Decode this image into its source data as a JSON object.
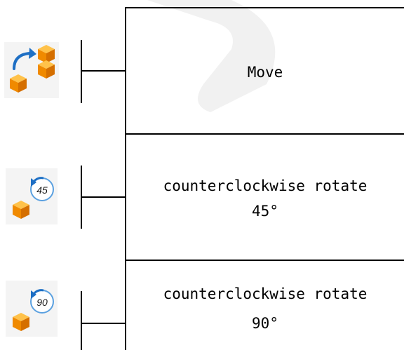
{
  "rows": [
    {
      "icon": "move-cubes-icon",
      "label": "Move"
    },
    {
      "icon": "rotate-ccw-45-icon",
      "icon_text": "45",
      "label_line1": "counterclockwise rotate",
      "label_line2": "45°"
    },
    {
      "icon": "rotate-ccw-90-icon",
      "icon_text": "90",
      "label_line1": "counterclockwise rotate",
      "label_line2": "90°"
    }
  ],
  "colors": {
    "cube_orange": "#f08a00",
    "cube_light": "#ffc24a",
    "arrow_blue": "#1e6fc4",
    "watermark": "#dcdcdc"
  }
}
